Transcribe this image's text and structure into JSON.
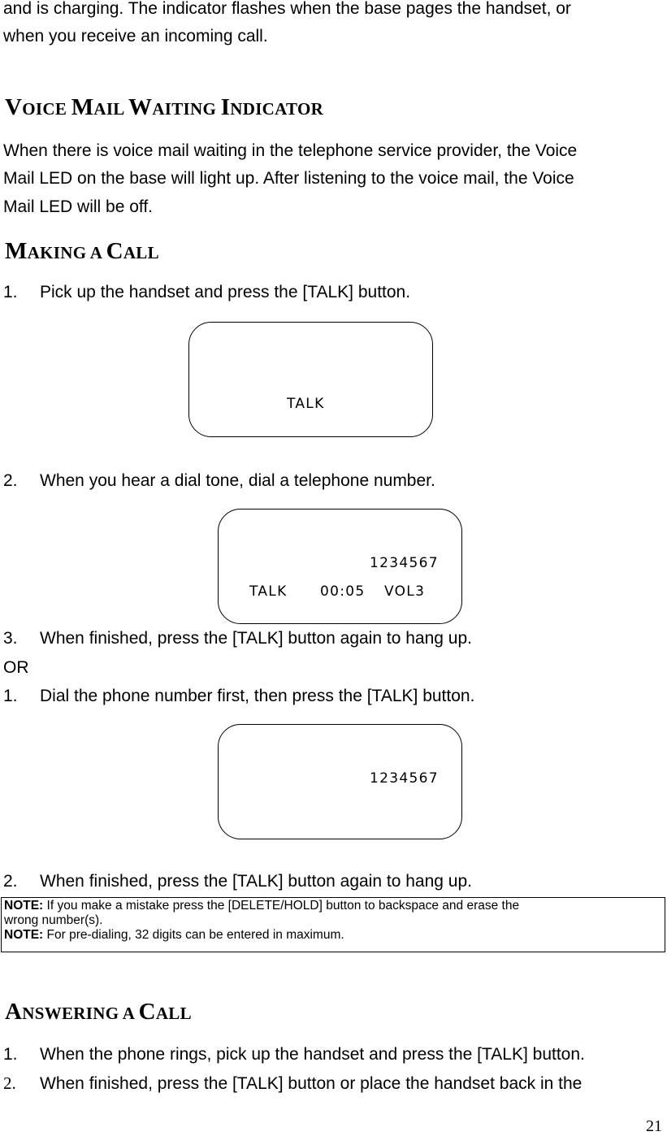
{
  "intro": {
    "line1": "and is charging. The indicator flashes when the base pages the handset, or",
    "line2": "when you receive an incoming call."
  },
  "voice_mail": {
    "heading_parts": [
      {
        "cap": "V",
        "rest": "OICE "
      },
      {
        "cap": "M",
        "rest": "AIL "
      },
      {
        "cap": "W",
        "rest": "AITING "
      },
      {
        "cap": "I",
        "rest": "NDICATOR"
      }
    ],
    "lines": [
      "When there is voice mail waiting in the telephone service provider, the Voice",
      "Mail LED on the base will light up. After listening to the voice mail, the Voice",
      "Mail LED will be off."
    ]
  },
  "making_call": {
    "heading_parts": [
      {
        "cap": "M",
        "rest": "AKING A "
      },
      {
        "cap": "C",
        "rest": "ALL"
      }
    ],
    "step1": {
      "num": "1.",
      "text": "Pick up the handset and press the [TALK] button."
    },
    "display1": {
      "line": "TALK"
    },
    "step2": {
      "num": "2.",
      "text": "When you hear a dial tone, dial a telephone number."
    },
    "display2": {
      "number": "1234567",
      "status": "TALK",
      "timer": "00:05",
      "volume": "VOL3"
    },
    "step3": {
      "num": "3.",
      "text": "When finished, press the [TALK] button again to hang up."
    },
    "or_label": "OR",
    "alt_step1": {
      "num": "1.",
      "text": "Dial the phone number first, then press the [TALK] button."
    },
    "display3": {
      "number": "1234567"
    },
    "alt_step2": {
      "num": "2.",
      "text": "When finished, press the [TALK] button again to hang up."
    }
  },
  "notes": {
    "note1_label": "NOTE:",
    "note1_text": " If you make a mistake press the [DELETE/HOLD] button to backspace and erase the",
    "note1_cont": "wrong number(s).",
    "note2_label": "NOTE:",
    "note2_text": " For pre-dialing, 32 digits can be entered in maximum."
  },
  "answering_call": {
    "heading_parts": [
      {
        "cap": "A",
        "rest": "NSWERING A "
      },
      {
        "cap": "C",
        "rest": "ALL"
      }
    ],
    "step1": {
      "num": "1.",
      "text": "When the phone rings, pick up the handset and press the [TALK] button."
    },
    "step2": {
      "num": "2.",
      "text": "When finished, press the [TALK] button or place the handset back in the"
    }
  },
  "page_number": "21"
}
